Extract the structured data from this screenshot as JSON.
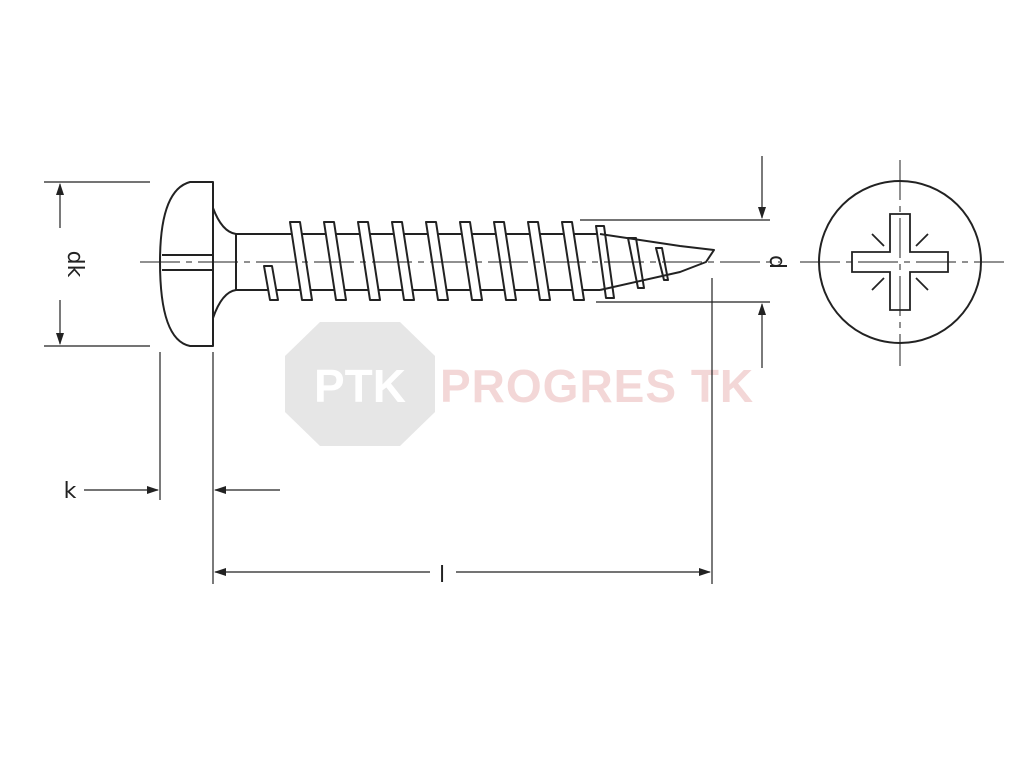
{
  "colors": {
    "line": "#222222",
    "watermark_badge": "#e6e6e6",
    "watermark_text": "#f3d7d7"
  },
  "watermark": {
    "badge": "PTK",
    "name": "PROGRES TK"
  },
  "dimensions": {
    "head_diameter": "dk",
    "head_height": "k",
    "length": "l",
    "thread_diameter": "d"
  },
  "icons": {
    "drive": "pozidriv-cross-recess-icon"
  }
}
